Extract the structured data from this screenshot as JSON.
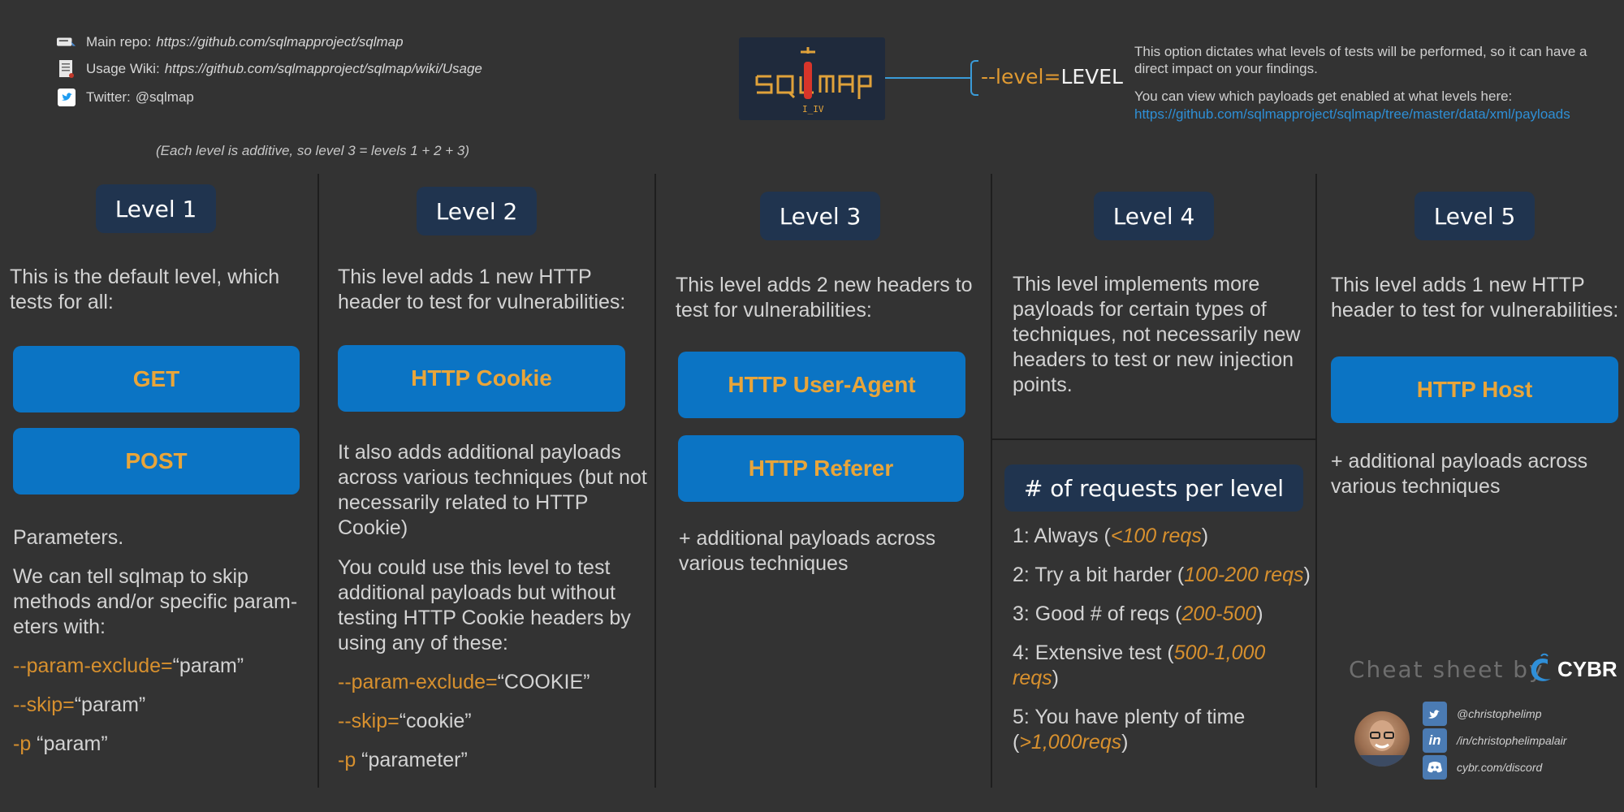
{
  "header": {
    "main_repo_label": "Main repo:",
    "main_repo_url": "https://github.com/sqlmapproject/sqlmap",
    "usage_wiki_label": "Usage Wiki:",
    "usage_wiki_url": "https://github.com/sqlmapproject/sqlmap/wiki/Usage",
    "twitter_label": "Twitter:",
    "twitter_handle": "@sqlmap",
    "additive_note": "(Each level is additive, so level 3 = levels 1 + 2 + 3)",
    "logo_text": "sqlmap",
    "option_key": "--level=",
    "option_value": "LEVEL",
    "desc_1": "This option dictates what levels of tests will be performed, so it can have a direct impact on your findings.",
    "desc_2": "You can view which payloads get enabled at what levels here:",
    "desc_link": "https://github.com/sqlmapproject/sqlmap/tree/master/data/xml/payloads"
  },
  "level1": {
    "title": "Level 1",
    "intro": "This is the default level, which tests for all:",
    "btn_get": "GET",
    "btn_post": "POST",
    "params": "Parameters.",
    "skip_text": "We can tell sqlmap to skip methods and/or specific param-eters with:",
    "opt1_key": "--param-exclude=",
    "opt1_val": "“param”",
    "opt2_key": "--skip=",
    "opt2_val": "“param”",
    "opt3_key": "-p",
    "opt3_val": " “param”"
  },
  "level2": {
    "title": "Level 2",
    "intro": "This level adds 1 new HTTP header to test for vulnerabilities:",
    "btn": "HTTP Cookie",
    "also": "It also adds additional payloads across various techniques (but not necessarily related to HTTP Cookie)",
    "could": "You could use this level to test additional payloads but without testing HTTP Cookie headers by using any of these:",
    "opt1_key": "--param-exclude=",
    "opt1_val": "“COOKIE”",
    "opt2_key": "--skip=",
    "opt2_val": "“cookie”",
    "opt3_key": "-p",
    "opt3_val": " “parameter”"
  },
  "level3": {
    "title": "Level 3",
    "intro": "This level adds 2 new headers to test for vulnerabilities:",
    "btn_ua": "HTTP User-Agent",
    "btn_ref": "HTTP Referer",
    "extra": "+ additional payloads across various techniques"
  },
  "level4": {
    "title": "Level 4",
    "intro": "This level implements more payloads for certain types of techniques, not necessarily new headers to test or new injection points."
  },
  "requests": {
    "title": "# of requests per level",
    "r1_label": "1: Always (",
    "r1_val": "<100 reqs",
    "r2_label": "2: Try a bit harder (",
    "r2_val": "100-200 reqs",
    "r3_label": "3: Good # of reqs (",
    "r3_val": "200-500",
    "r4_label": "4: Extensive test (",
    "r4_val": "500-1,000 reqs",
    "r5_label": "5: You have plenty of time (",
    "r5_val": ">1,000reqs",
    "close": ")"
  },
  "level5": {
    "title": "Level 5",
    "intro": "This level adds 1 new HTTP header to test for vulnerabilities:",
    "btn": "HTTP Host",
    "extra": "+ additional payloads across various techniques"
  },
  "credit": {
    "by": "Cheat sheet by",
    "brand": "CYBR",
    "twitter": "@christophelimp",
    "linkedin": "/in/christophelimpalair",
    "discord": "cybr.com/discord"
  },
  "colors": {
    "background": "#333333",
    "button_blue": "#0b74c4",
    "title_navy": "#20344f",
    "accent_orange": "#d7902e",
    "link_blue": "#2e8fd6"
  }
}
